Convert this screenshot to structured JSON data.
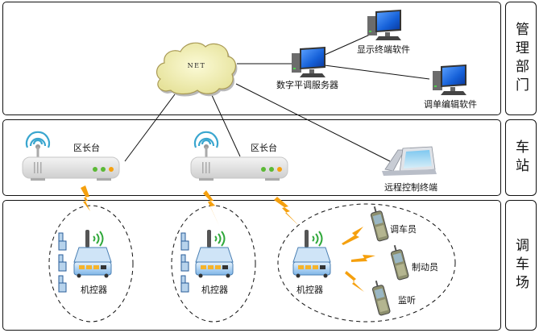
{
  "tiers": [
    {
      "id": "management",
      "label": "管理部门"
    },
    {
      "id": "station",
      "label": "车站"
    },
    {
      "id": "yard",
      "label": "调车场"
    }
  ],
  "management": {
    "network": {
      "label": "NET",
      "icon": "cloud-icon"
    },
    "server": {
      "label": "数字平调服务器",
      "icon": "computer-icon"
    },
    "display_terminal": {
      "label": "显示终端软件",
      "icon": "computer-icon"
    },
    "order_editor": {
      "label": "调单编辑软件",
      "icon": "computer-icon"
    }
  },
  "station": {
    "district_consoles": [
      {
        "label": "区长台",
        "icon": "wireless-base-station-icon"
      },
      {
        "label": "区长台",
        "icon": "wireless-base-station-icon"
      }
    ],
    "remote_terminal": {
      "label": "远程控制终端",
      "icon": "video-phone-icon"
    }
  },
  "yard": {
    "controllers": [
      {
        "label": "机控器",
        "icon": "wireless-router-icon"
      },
      {
        "label": "机控器",
        "icon": "wireless-router-icon"
      },
      {
        "label": "机控器",
        "icon": "wireless-router-icon"
      }
    ],
    "handsets": [
      {
        "label": "调车员",
        "icon": "walkie-talkie-icon"
      },
      {
        "label": "制动员",
        "icon": "walkie-talkie-icon"
      },
      {
        "label": "监听",
        "icon": "walkie-talkie-icon"
      }
    ]
  },
  "colors": {
    "border": "#111111",
    "cloud_fill": "#f2f0b4",
    "cloud_edge": "#b2a660",
    "lightning": "#f5a00e",
    "signal_arc": "#3aa6cf",
    "router_body": "#9cc9ef",
    "wifi_green": "#2fa83a",
    "monitor_blue": "#1560d8"
  }
}
